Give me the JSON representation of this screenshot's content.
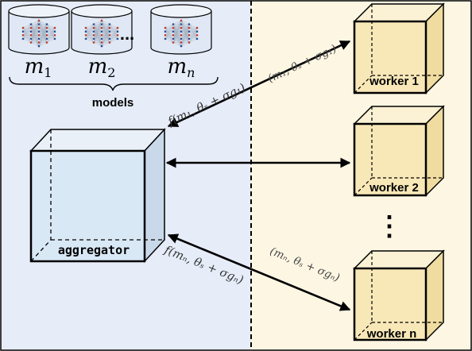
{
  "left_panel": {
    "models_label": "models",
    "ellipsis": "...",
    "model_labels": [
      {
        "base": "m",
        "sub": "1"
      },
      {
        "base": "m",
        "sub": "2"
      },
      {
        "base": "m",
        "sub": "n"
      }
    ],
    "aggregator_label": "aggregator"
  },
  "right_panel": {
    "workers": [
      "worker 1",
      "worker 2",
      "worker n"
    ],
    "vertical_ellipsis": "⋮"
  },
  "edges": {
    "to_worker1": "(m₁, θₛ + σg₁)",
    "from_worker1": "f(m₁, θₛ + σg₁)",
    "to_workern": "(mₙ, θₛ + σgₙ)",
    "from_workern": "f(mₙ, θₛ + σgₙ)"
  },
  "colors": {
    "left_bg": "#e6ecf8",
    "right_bg": "#fdf6e3",
    "aggregator_face": "#d9e8f5",
    "worker_face": "#f8e8b8",
    "worker_top": "#fbf1d4",
    "cylinder_fill": "#dfe8f4",
    "net_node_red": "#c0392b",
    "net_node_blue": "#2d4e8a"
  }
}
